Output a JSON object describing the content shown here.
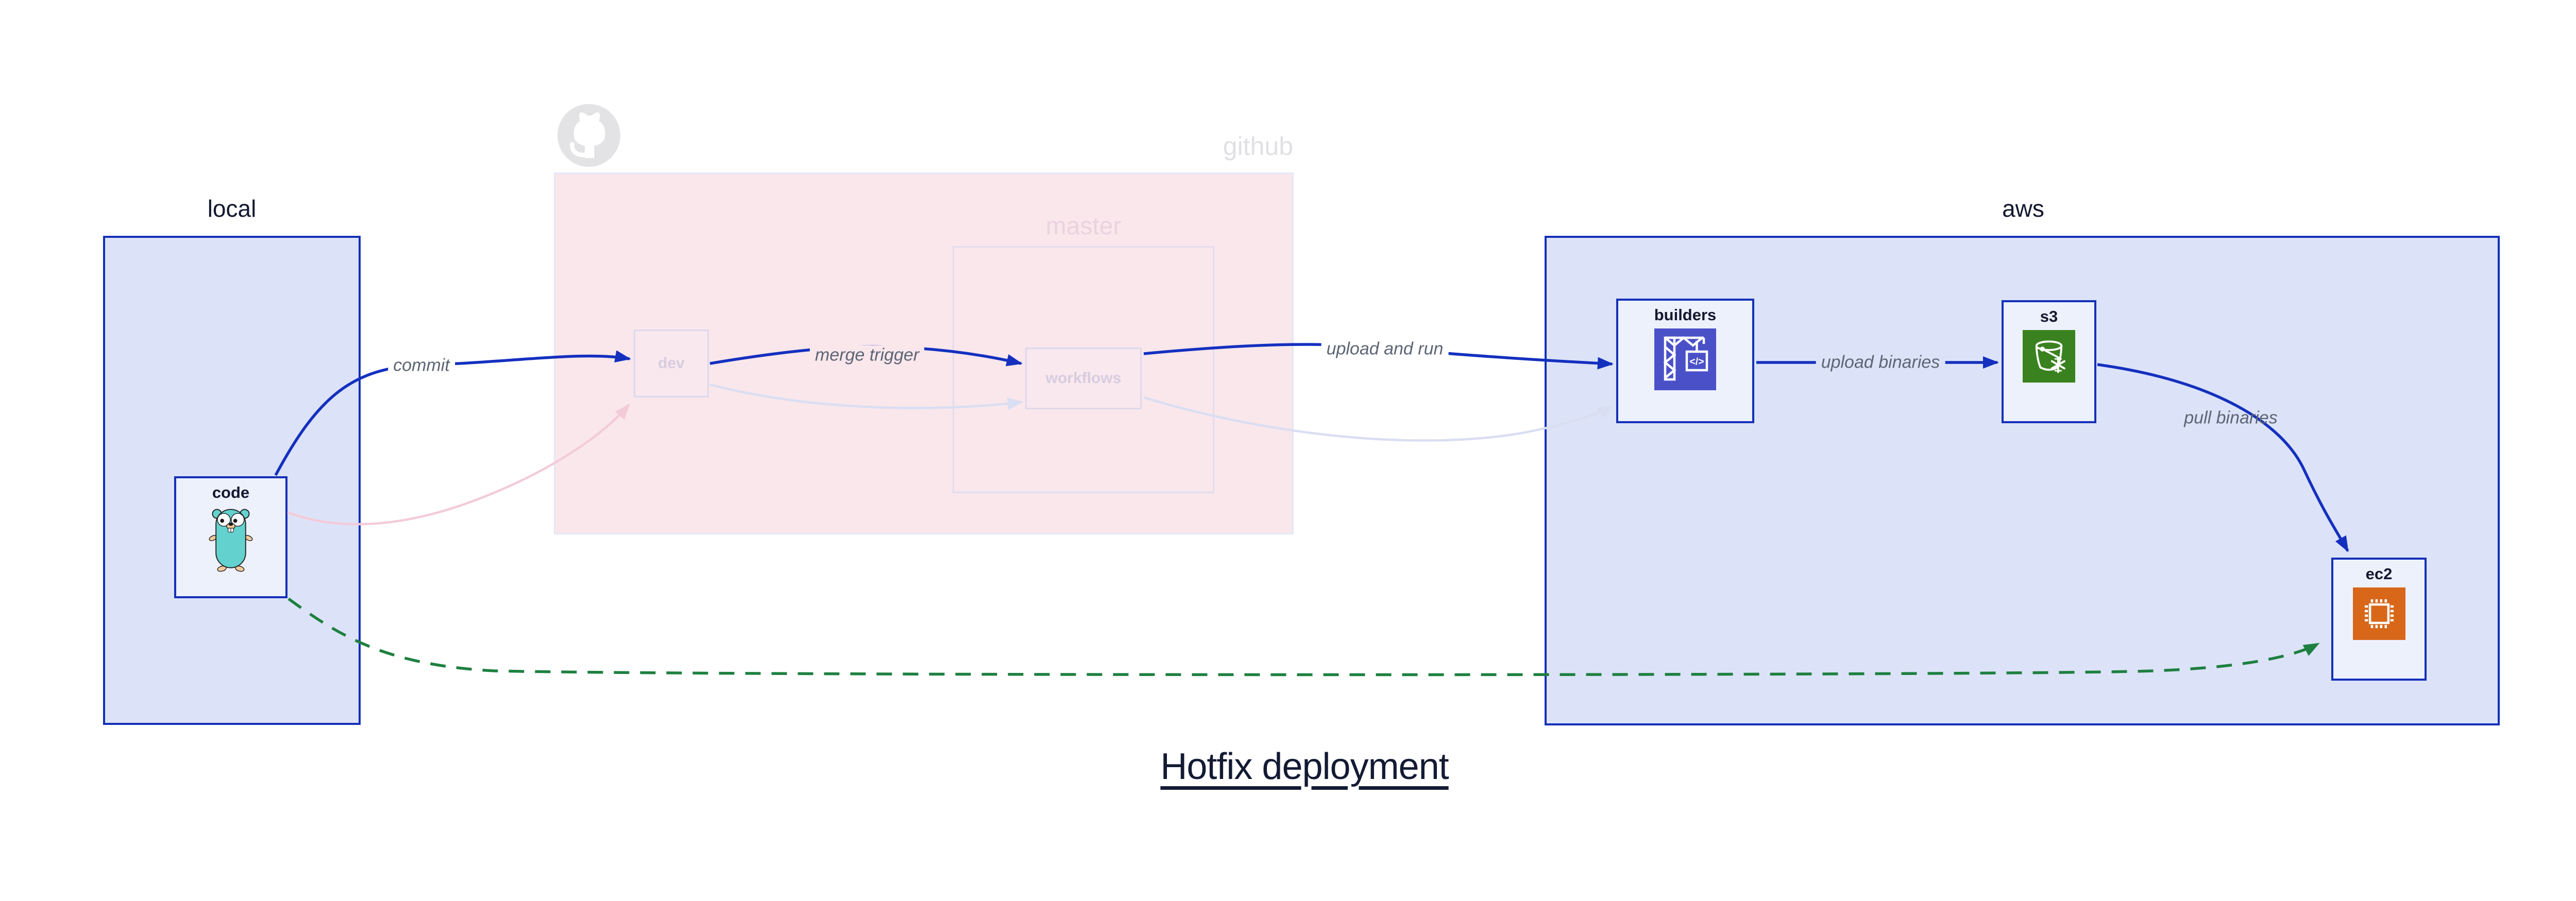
{
  "title": {
    "text": "Hotfix deployment"
  },
  "clusters": {
    "local": {
      "label": "local"
    },
    "github": {
      "label": "github"
    },
    "master": {
      "label": "master"
    },
    "aws": {
      "label": "aws"
    }
  },
  "nodes": {
    "code": {
      "label": "code",
      "icon": "go-gopher-icon"
    },
    "dev": {
      "label": "dev"
    },
    "workflows": {
      "label": "workflows"
    },
    "builders": {
      "label": "builders",
      "icon": "codebuild-crane-icon"
    },
    "s3": {
      "label": "s3",
      "icon": "s3-bucket-icon"
    },
    "ec2": {
      "label": "ec2",
      "icon": "ec2-chip-icon"
    }
  },
  "edges": [
    {
      "from": "code",
      "to": "dev",
      "label": "commit",
      "style": "solid-highlighted",
      "color": "#1430bf"
    },
    {
      "from": "code",
      "to": "dev",
      "label": "",
      "style": "solid-faded",
      "color": "#f3cbd9"
    },
    {
      "from": "dev",
      "to": "workflows",
      "label": "merge trigger",
      "style": "solid-highlighted",
      "color": "#1430bf"
    },
    {
      "from": "dev",
      "to": "workflows",
      "label": "",
      "style": "solid-faded",
      "color": "#dadef2"
    },
    {
      "from": "workflows",
      "to": "builders",
      "label": "upload and run",
      "style": "solid-highlighted",
      "color": "#1430bf"
    },
    {
      "from": "workflows",
      "to": "builders",
      "label": "",
      "style": "solid-faded",
      "color": "#dadef2"
    },
    {
      "from": "builders",
      "to": "s3",
      "label": "upload binaries",
      "style": "solid-highlighted",
      "color": "#1430bf"
    },
    {
      "from": "s3",
      "to": "ec2",
      "label": "pull binaries",
      "style": "solid-highlighted",
      "color": "#1430bf"
    },
    {
      "from": "code",
      "to": "ec2",
      "label": "",
      "style": "dashed",
      "color": "#1e8040"
    }
  ],
  "colors": {
    "accent_blue": "#1430bf",
    "cluster_fill_blue": "#dce3f8",
    "cluster_fill_pink": "#f9e7ec",
    "node_fill": "#edf1fc",
    "faded_pink_edge": "#f3cbd9",
    "faded_lavender_edge": "#dadef2",
    "hotfix_green": "#1e8040",
    "text_dark": "#131a33",
    "edge_label_gray": "#5d6574",
    "faded_text": "#d7cce0",
    "github_gray": "#e2e2e5",
    "codebuild_tile": "#4a51c8",
    "s3_tile": "#3a811f",
    "ec2_tile": "#d8671a"
  }
}
